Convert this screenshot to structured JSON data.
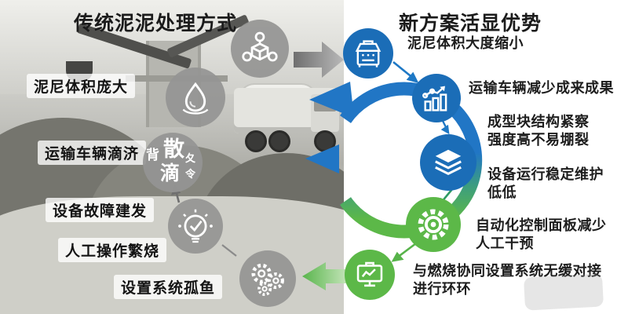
{
  "left": {
    "title": "传统泥泥处理方式",
    "labels": [
      "泥尼体积庞大",
      "运输车辆滴济",
      "设备故障建发",
      "人工操作繁烧",
      "设置系统孤鱼"
    ],
    "bubble": {
      "char_top": "散",
      "char_bottom": "滴",
      "frag_left": "背",
      "frag_right_top": "夂",
      "frag_right_bottom": "令"
    },
    "icons": [
      "cube-network-icon",
      "water-drop-icon",
      "scatter-text-bubble",
      "lightbulb-check-icon",
      "gears-icon"
    ]
  },
  "right": {
    "title": "新方案活显优势",
    "texts": [
      {
        "lines": [
          "泥尼体积大度缩小"
        ]
      },
      {
        "lines": [
          "运输车辆减少成来成果"
        ]
      },
      {
        "lines": [
          "成型块结构紧察",
          "强度高不易堋裂"
        ]
      },
      {
        "lines": [
          "设备运行稳定维护",
          "低低"
        ]
      },
      {
        "lines": [
          "自动化控制面板减少",
          "人工干预"
        ]
      },
      {
        "lines": [
          "与燃烧协同设置系统无缓对接",
          "进行环环"
        ]
      }
    ],
    "icons": [
      "compactor-icon",
      "growth-chart-icon",
      "layers-icon",
      "gear-icon",
      "monitor-icon"
    ]
  },
  "colors": {
    "blue": "#1b6db7",
    "green": "#5cb848",
    "gray_circle": "#949493",
    "arrow_gray": "#8a8a8a",
    "arc_blue": "#2176c5",
    "arc_green": "#5cb848"
  }
}
